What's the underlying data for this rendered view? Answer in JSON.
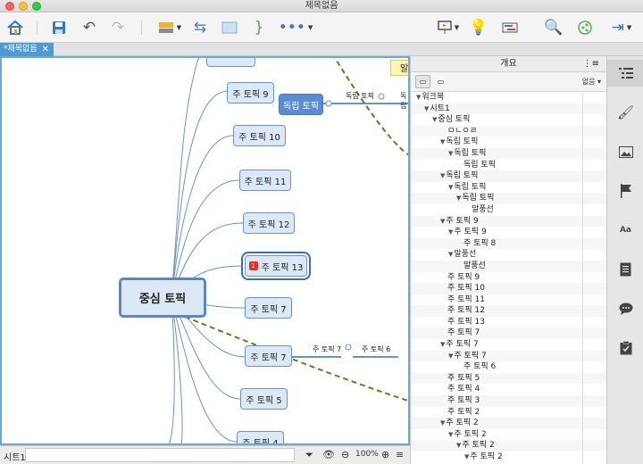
{
  "window": {
    "title": "제목없음"
  },
  "tab": {
    "label": "*제목없음",
    "close": "✕"
  },
  "toolbar": {
    "icons": [
      "home-icon",
      "save-icon",
      "undo-icon",
      "redo-icon",
      "topic-style-icon",
      "link-icon",
      "boundary-icon",
      "summary-icon",
      "more-icon",
      "presentation-icon",
      "idea-icon",
      "gantt-icon",
      "search-icon",
      "share-icon",
      "export-icon"
    ]
  },
  "canvas": {
    "central": "중심 토픽",
    "topics": [
      "주 토픽 9",
      "주 토픽 10",
      "주 토픽 11",
      "주 토픽 12",
      "주 토픽 13",
      "주 토픽 7",
      "주 토픽 7",
      "주 토픽 5",
      "주 토픽 4"
    ],
    "marker_number": "1",
    "independent": "독립 토픽",
    "independent_sub": "독립 토픽",
    "independent_sub2": "독립",
    "sub_topic_a": "주 토픽 7",
    "sub_topic_b": "주 토픽 6",
    "note_text": "말"
  },
  "status": {
    "sheet": "시트1",
    "zoom": "100%"
  },
  "outline": {
    "title": "개요",
    "filter": "없음",
    "rows": [
      {
        "indent": 0,
        "arrow": true,
        "text": "워크북"
      },
      {
        "indent": 1,
        "arrow": true,
        "text": "시트1"
      },
      {
        "indent": 2,
        "arrow": true,
        "text": "중심 토픽"
      },
      {
        "indent": 3,
        "arrow": false,
        "text": "ㅁㄴㅇㄹ"
      },
      {
        "indent": 3,
        "arrow": true,
        "text": "독립 토픽"
      },
      {
        "indent": 4,
        "arrow": true,
        "text": "독립 토픽"
      },
      {
        "indent": 5,
        "arrow": false,
        "text": "독립 토픽"
      },
      {
        "indent": 3,
        "arrow": true,
        "text": "독립 토픽"
      },
      {
        "indent": 4,
        "arrow": true,
        "text": "독립 토픽"
      },
      {
        "indent": 5,
        "arrow": true,
        "text": "독립 토픽"
      },
      {
        "indent": 6,
        "arrow": false,
        "text": "말풍선"
      },
      {
        "indent": 3,
        "arrow": true,
        "text": "주 토픽 9"
      },
      {
        "indent": 4,
        "arrow": true,
        "text": "주 토픽 9"
      },
      {
        "indent": 5,
        "arrow": false,
        "text": "주 토픽 8"
      },
      {
        "indent": 4,
        "arrow": true,
        "text": "말풍선"
      },
      {
        "indent": 5,
        "arrow": false,
        "text": "말풍선"
      },
      {
        "indent": 3,
        "arrow": false,
        "text": "주 토픽 9"
      },
      {
        "indent": 3,
        "arrow": false,
        "text": "주 토픽 10"
      },
      {
        "indent": 3,
        "arrow": false,
        "text": "주 토픽 11"
      },
      {
        "indent": 3,
        "arrow": false,
        "text": "주 토픽 12"
      },
      {
        "indent": 3,
        "arrow": false,
        "text": "주 토픽 13"
      },
      {
        "indent": 3,
        "arrow": false,
        "text": "주 토픽 7"
      },
      {
        "indent": 3,
        "arrow": true,
        "text": "주 토픽 7"
      },
      {
        "indent": 4,
        "arrow": true,
        "text": "주 토픽 7"
      },
      {
        "indent": 5,
        "arrow": false,
        "text": "주 토픽 6"
      },
      {
        "indent": 3,
        "arrow": false,
        "text": "주 토픽 5"
      },
      {
        "indent": 3,
        "arrow": false,
        "text": "주 토픽 4"
      },
      {
        "indent": 3,
        "arrow": false,
        "text": "주 토픽 3"
      },
      {
        "indent": 3,
        "arrow": false,
        "text": "주 토픽 2"
      },
      {
        "indent": 3,
        "arrow": true,
        "text": "주 토픽 2"
      },
      {
        "indent": 4,
        "arrow": true,
        "text": "주 토픽 2"
      },
      {
        "indent": 5,
        "arrow": true,
        "text": "주 토픽 2"
      },
      {
        "indent": 6,
        "arrow": true,
        "text": "주 토픽 2"
      }
    ]
  },
  "sidebar": {
    "icons": [
      "outline-icon",
      "format-brush-icon",
      "image-icon",
      "marker-flag-icon",
      "text-style-icon",
      "notes-icon",
      "comment-icon",
      "task-icon"
    ]
  }
}
